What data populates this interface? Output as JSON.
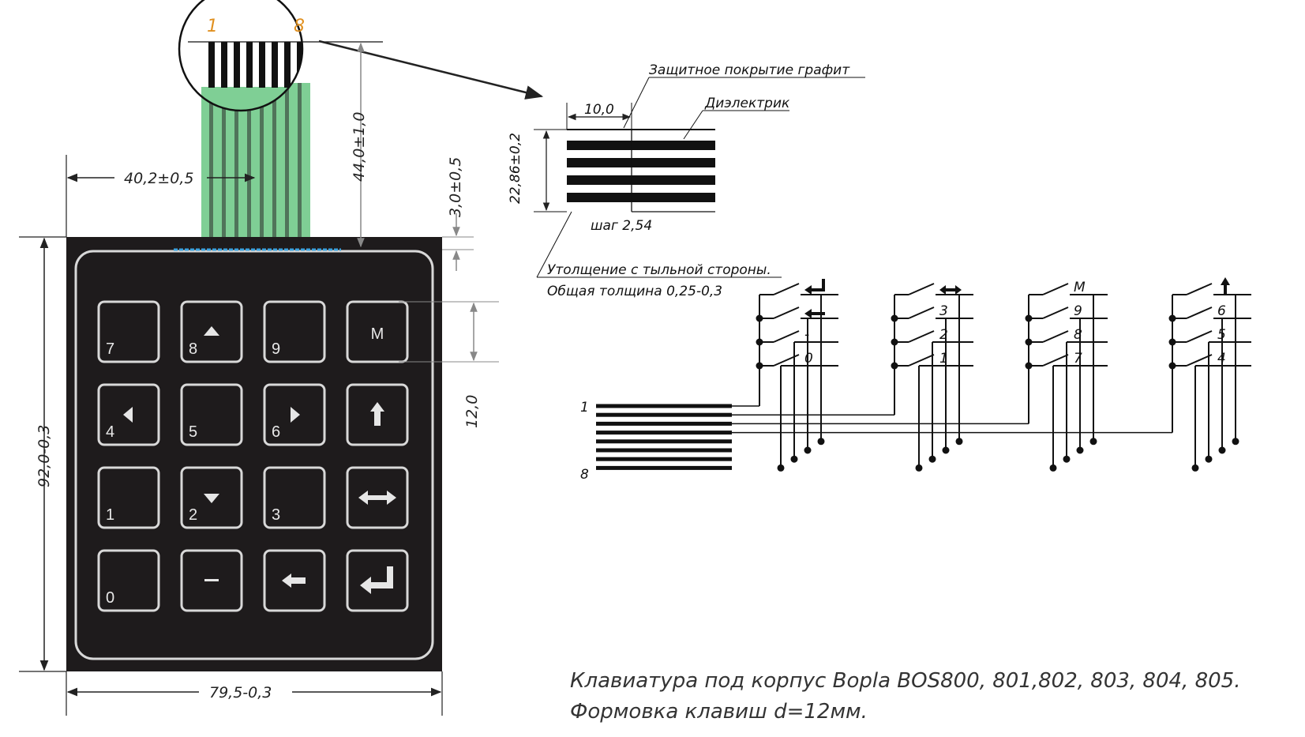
{
  "colors": {
    "keypad_body": "#1e1b1c",
    "key_outline": "#d8d8d8",
    "ribbon": "#7fcf95",
    "connector_accent": "#3aa3e0",
    "pin_label": "#e09020"
  },
  "connector_pins": {
    "first": "1",
    "last": "8"
  },
  "dimensions": {
    "tail_offset": "40,2±0,5",
    "tail_length": "44,0±1,0",
    "gap": "3,0±0,5",
    "height": "92,0-0,3",
    "width": "79,5-0,3",
    "key_pitch": "12,0"
  },
  "keys": [
    {
      "label": "7",
      "symbol": ""
    },
    {
      "label": "8",
      "symbol": "up-triangle"
    },
    {
      "label": "9",
      "symbol": ""
    },
    {
      "label": "M",
      "symbol": ""
    },
    {
      "label": "4",
      "symbol": "left-triangle"
    },
    {
      "label": "5",
      "symbol": ""
    },
    {
      "label": "6",
      "symbol": "right-triangle"
    },
    {
      "label": "",
      "symbol": "up-arrow"
    },
    {
      "label": "1",
      "symbol": ""
    },
    {
      "label": "2",
      "symbol": "down-triangle"
    },
    {
      "label": "3",
      "symbol": ""
    },
    {
      "label": "",
      "symbol": "left-right-arrow"
    },
    {
      "label": "0",
      "symbol": ""
    },
    {
      "label": "",
      "symbol": "minus"
    },
    {
      "label": "",
      "symbol": "left-arrow"
    },
    {
      "label": "",
      "symbol": "enter-arrow"
    }
  ],
  "cross_section": {
    "protective_coating": "Защитное покрытие графит",
    "dielectric": "Диэлектрик",
    "width": "10,0",
    "height": "22,86±0,2",
    "pitch": "шаг 2,54",
    "thickening_note": "Утолщение с тыльной стороны.",
    "total_thickness": "Общая толщина 0,25-0,3"
  },
  "schematic": {
    "pin_first": "1",
    "pin_last": "8",
    "columns": [
      [
        "enter-arrow",
        "left-arrow",
        "-",
        "0"
      ],
      [
        "left-right-arrow",
        "3",
        "2",
        "1"
      ],
      [
        "M",
        "9",
        "8",
        "7"
      ],
      [
        "up-arrow",
        "6",
        "5",
        "4"
      ]
    ]
  },
  "caption": {
    "line1": "Клавиатура под корпус Bopla BOS800, 801,802, 803, 804, 805.",
    "line2": "Формовка клавиш d=12мм."
  }
}
